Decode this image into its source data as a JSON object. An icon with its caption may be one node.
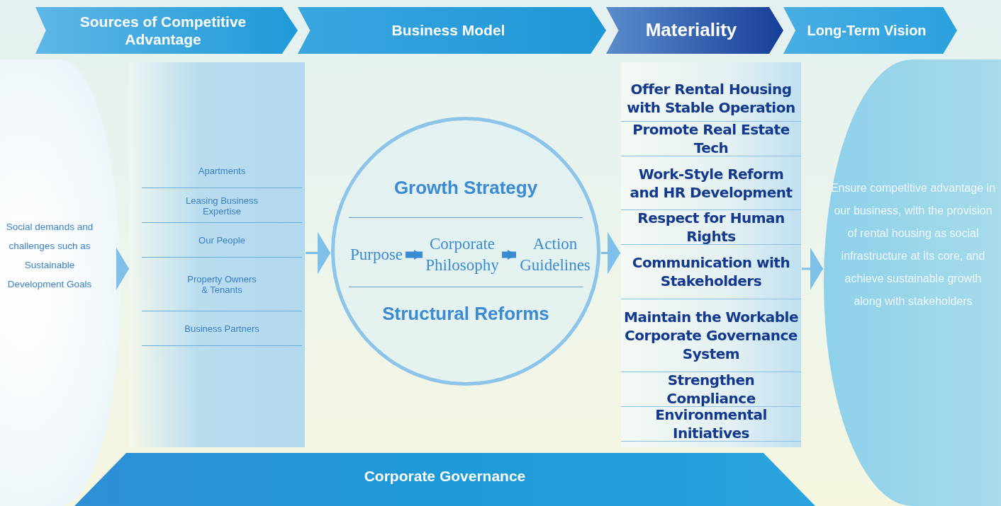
{
  "diagram": {
    "nodes": [
      {
        "text": [
          "Sources of Competitive Advantage"
        ]
      },
      {
        "text": [
          "Business Model"
        ]
      },
      {
        "text": [
          "Materiality"
        ]
      },
      {
        "text": [
          "Long-Term Vision"
        ]
      },
      {
        "text": [
          "Social demands and challenges such as Sustainable Development Goals"
        ]
      },
      {
        "text": [],
        "shape": "box"
      },
      {
        "text": [
          "Apartments"
        ],
        "in": 5
      },
      {
        "text": [
          "Leasing Business Expertise"
        ],
        "in": 5
      },
      {
        "text": [
          "Our People"
        ],
        "in": 5
      },
      {
        "text": [
          "Property Owners & Tenants"
        ],
        "in": 5
      },
      {
        "text": [
          "Business Partners"
        ],
        "in": 5
      },
      {
        "text": [
          "Growth Strategy",
          "Structural Reforms"
        ]
      },
      {
        "text": [
          "Purpose"
        ],
        "in": 11
      },
      {
        "text": [
          "Corporate Philosophy"
        ],
        "in": 11
      },
      {
        "text": [
          "Action Guidelines"
        ],
        "in": 11
      },
      {
        "text": [],
        "shape": "box"
      },
      {
        "text": [
          "Offer Rental Housing with Stable Operation"
        ],
        "in": 15
      },
      {
        "text": [
          "Promote Real Estate Tech"
        ],
        "in": 15
      },
      {
        "text": [
          "Work-Style Reform and HR Development"
        ],
        "in": 15
      },
      {
        "text": [
          "Respect for Human Rights"
        ],
        "in": 15
      },
      {
        "text": [
          "Communication with Stakeholders"
        ],
        "in": 15
      },
      {
        "text": [
          "Maintain the Workable Corporate Governance System"
        ],
        "in": 15
      },
      {
        "text": [
          "Strengthen Compliance"
        ],
        "in": 15
      },
      {
        "text": [
          "Environmental Initiatives"
        ],
        "in": 15
      },
      {
        "text": [
          "Ensure competitive advantage in our business, with the provision of rental housing as social infrastructure at its core, and achieve sustainable growth along with stakeholders"
        ]
      },
      {
        "text": [
          "Corporate Governance"
        ]
      }
    ],
    "edges": [
      {
        "from": 4,
        "to": 5,
        "arrow": "to"
      },
      {
        "from": 5,
        "to": 11,
        "arrow": "to"
      },
      {
        "from": 11,
        "to": 15,
        "arrow": "to"
      },
      {
        "from": 15,
        "to": 24,
        "arrow": "to"
      },
      {
        "from": 12,
        "to": 13,
        "arrow": "to",
        "style": "thick"
      },
      {
        "from": 13,
        "to": 14,
        "arrow": "to",
        "style": "thick"
      }
    ]
  }
}
